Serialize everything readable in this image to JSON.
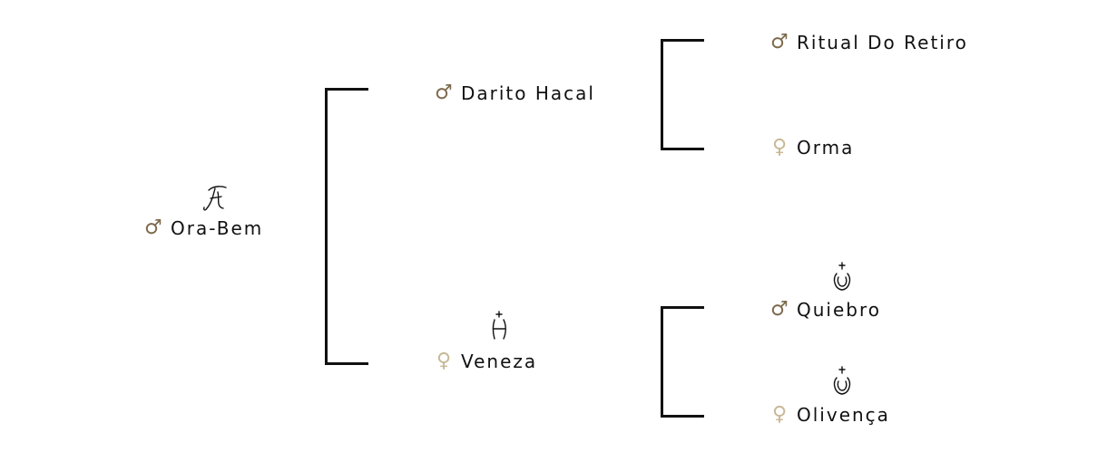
{
  "colors": {
    "male_symbol": "#7d6a4c",
    "female_symbol": "#c8b896",
    "line": "#111111",
    "text": "#111111"
  },
  "symbols": {
    "male": "♂",
    "female": "♀"
  },
  "subject": {
    "name": "Ora-Bem",
    "sex": "male",
    "mark": "script-f-brand-icon"
  },
  "sire": {
    "name": "Darito Hacal",
    "sex": "male",
    "sire": {
      "name": "Ritual Do Retiro",
      "sex": "male"
    },
    "dam": {
      "name": "Orma",
      "sex": "female"
    }
  },
  "dam": {
    "name": "Veneza",
    "sex": "female",
    "mark": "h-cross-brand-icon",
    "sire": {
      "name": "Quiebro",
      "sex": "male",
      "mark": "crescent-cross-brand-icon"
    },
    "dam": {
      "name": "Olivença",
      "sex": "female",
      "mark": "crescent-cross-brand-icon"
    }
  }
}
